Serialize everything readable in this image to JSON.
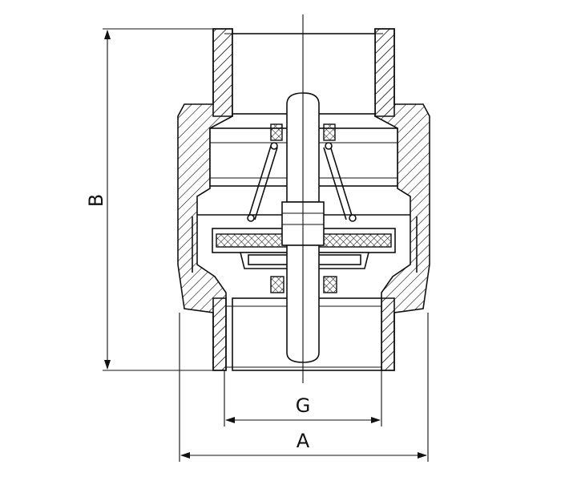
{
  "labels": {
    "outer_width": "A",
    "height": "B",
    "thread": "G"
  }
}
